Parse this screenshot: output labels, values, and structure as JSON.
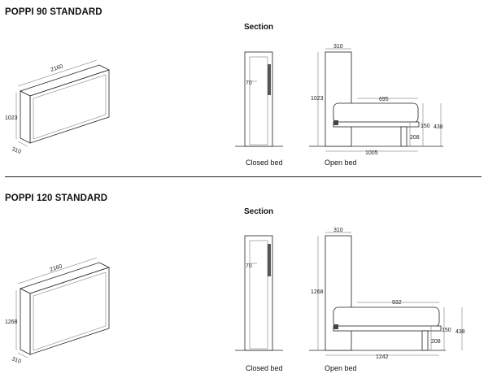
{
  "sections": [
    {
      "title": "POPPI 90 STANDARD",
      "section_label": "Section",
      "closed_caption": "Closed bed",
      "open_caption": "Open bed",
      "dims": {
        "width": "2160",
        "height": "1023",
        "depth": "310",
        "closed_inner": "70",
        "open_top_depth": "310",
        "open_height": "1023",
        "mattress_length": "695",
        "leg_150": "150",
        "leg_208": "208",
        "bed_height": "438",
        "total_depth": "1005"
      }
    },
    {
      "title": "POPPI 120 STANDARD",
      "section_label": "Section",
      "closed_caption": "Closed bed",
      "open_caption": "Open bed",
      "dims": {
        "width": "2160",
        "height": "1268",
        "depth": "310",
        "closed_inner": "70",
        "open_top_depth": "310",
        "open_height": "1268",
        "mattress_length": "932",
        "leg_150": "150",
        "leg_208": "208",
        "bed_height": "438",
        "total_depth": "1242"
      }
    }
  ]
}
